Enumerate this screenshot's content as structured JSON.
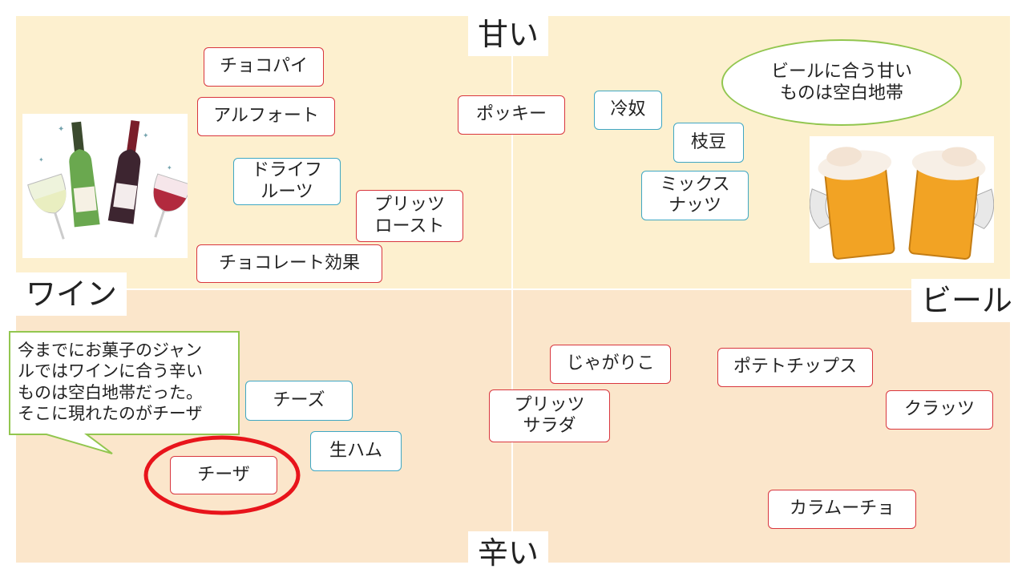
{
  "axes": {
    "top": "甘い",
    "bottom": "辛い",
    "left": "ワイン",
    "right": "ビール"
  },
  "items": {
    "choco_pie": "チョコパイ",
    "alfort": "アルフォート",
    "dried_fruit": "ドライフ\nルーツ",
    "pretz_roast": "プリッツ\nロースト",
    "choco_kouka": "チョコレート効果",
    "pocky": "ポッキー",
    "hiyayakko": "冷奴",
    "edamame": "枝豆",
    "mixed_nuts": "ミックス\nナッツ",
    "cheese_stick": "チーズ",
    "nama_ham": "生ハム",
    "chiiza": "チーザ",
    "jagarico": "じゃがりこ",
    "pretz_salad": "プリッツ\nサラダ",
    "potato_chips": "ポテトチップス",
    "crats": "クラッツ",
    "karamucho": "カラムーチョ"
  },
  "notes": {
    "beer_sweet": "ビールに合う甘い\nものは空白地帯",
    "wine_spicy": "今までにお菓子のジャン\nルではワインに合う辛い\nものは空白地帯だった。\nそこに現れたのがチーザ"
  },
  "colors": {
    "sweet_bg": "#fdf0cf",
    "spicy_bg": "#fbe6cb",
    "red_border": "#d9363e",
    "teal_border": "#3fa7c3",
    "callout_border": "#92c64f",
    "highlight_ring": "#e8141b"
  },
  "icons": {
    "wine": "wine-bottles-illustration",
    "beer": "beer-mugs-illustration"
  }
}
